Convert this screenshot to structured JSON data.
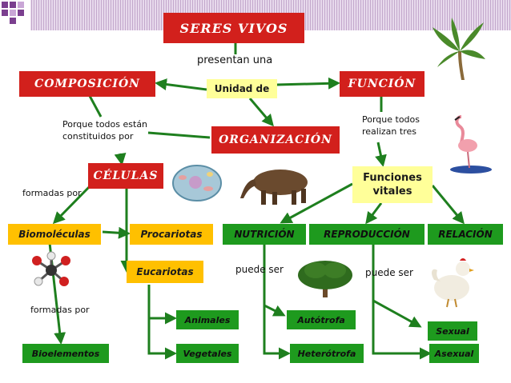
{
  "title": "SERES VIVOS",
  "nodes": {
    "presentan": "presentan una",
    "unidad": "Unidad de",
    "composicion": "COMPOSICIÓN",
    "funcion": "FUNCIÓN",
    "organizacion": "ORGANIZACIÓN",
    "porque_todos_1": "Porque todos están constituidos por",
    "porque_todos_2": "Porque todos realizan tres",
    "celulas": "CÉLULAS",
    "funciones_vitales": "Funciones vitales",
    "formadas_por_1": "formadas por",
    "biomoleculas": "Biomoléculas",
    "procariotas": "Procariotas",
    "eucariotas": "Eucariotas",
    "nutricion": "NUTRICIÓN",
    "reproduccion": "REPRODUCCIÓN",
    "relacion": "RELACIÓN",
    "puede_ser_1": "puede ser",
    "puede_ser_2": "puede ser",
    "formadas_por_2": "formadas por",
    "animales": "Animales",
    "vegetales": "Vegetales",
    "autotrofa": "Autótrofa",
    "heterotrofa": "Heterótrofa",
    "sexual": "Sexual",
    "asexual": "Asexual",
    "bioelementos": "Bioelementos"
  },
  "colors": {
    "red": "#d2201c",
    "green": "#1e9a1e",
    "yellow": "#ffff99",
    "orange": "#ffc000",
    "line": "#1e7f1e"
  }
}
